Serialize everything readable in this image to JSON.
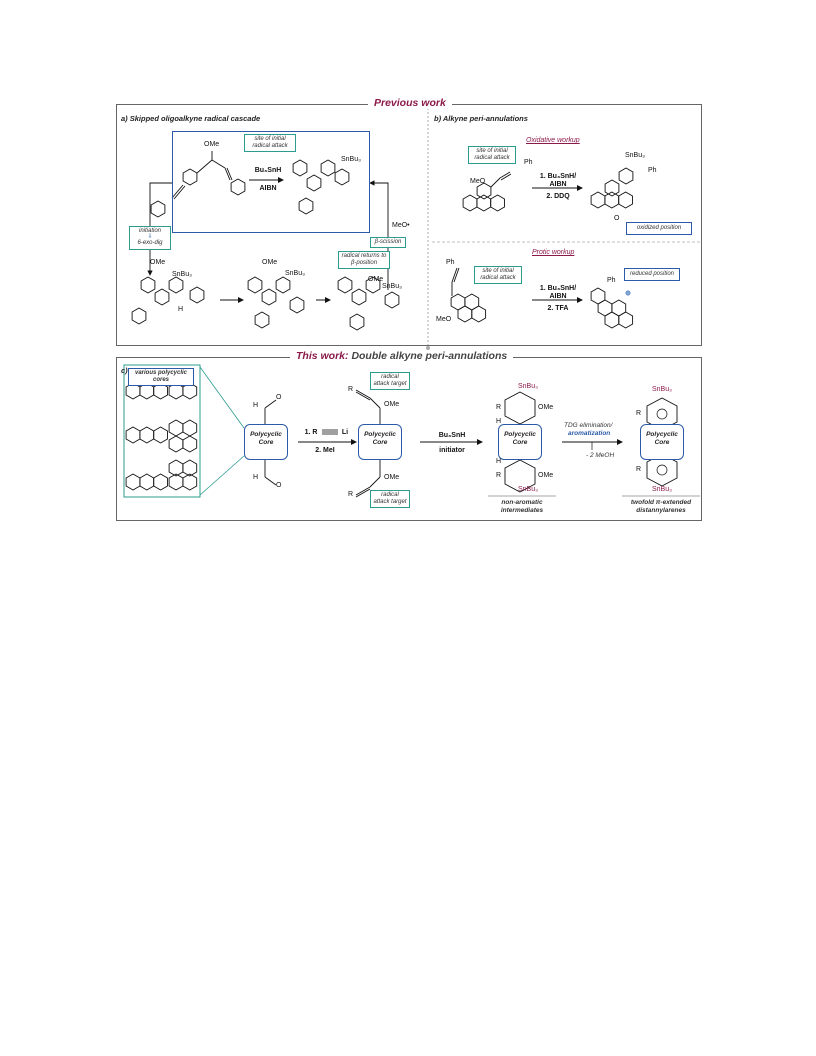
{
  "sections": {
    "previous": "Previous work",
    "this_work_a": "This work:",
    "this_work_b": "Double alkyne peri-annulations"
  },
  "panel_a": {
    "label": "a) Skipped oligoalkyne radical cascade",
    "site_label": "site of initial radical attack",
    "reagent1": "Bu₃SnH",
    "reagent2": "AIBN",
    "ome": "OMe",
    "snbu3": "SnBu₃",
    "initiation": "initiation",
    "exo_dig": "6-exo-dig",
    "beta_scission": "β-scission",
    "meo_rad": "MeO•",
    "radical_returns": "radical returns to β-position",
    "h_label": "H"
  },
  "panel_b": {
    "label": "b) Alkyne peri-annulations",
    "oxidative": "Oxidative workup",
    "protic": "Protic workup",
    "site_label": "site of initial radical attack",
    "ph": "Ph",
    "meo": "MeO",
    "snbu3": "SnBu₃",
    "ox_reag1": "1. Bu₃SnH/",
    "ox_reag2": "AIBN",
    "ox_reag3": "2. DDQ",
    "pr_reag3": "2. TFA",
    "oxidized": "oxidized position",
    "reduced": "reduced position",
    "o_label": "O"
  },
  "panel_c": {
    "label": "c)",
    "various": "various polycyclic cores",
    "core1": "Polycyclic",
    "core2": "Core",
    "step1_reag1": "1. R",
    "step1_li": "Li",
    "step1_reag2": "2. MeI",
    "step2_reag1": "Bu₃SnH",
    "step2_reag2": "initiator",
    "attack_target": "radical attack target",
    "r": "R",
    "ome": "OMe",
    "h": "H",
    "snbu3": "SnBu₃",
    "step3_a": "TDG elimination/",
    "step3_b": "aromatization",
    "step3_c": "- 2 MeOH",
    "nonarom": "non-aromatic intermediates",
    "twofold": "twofold π-extended distannylarenes"
  },
  "colors": {
    "accent": "#8b1a4a",
    "teal": "#2a9d8f",
    "blue": "#2b5aa8",
    "frame": "#666666"
  }
}
